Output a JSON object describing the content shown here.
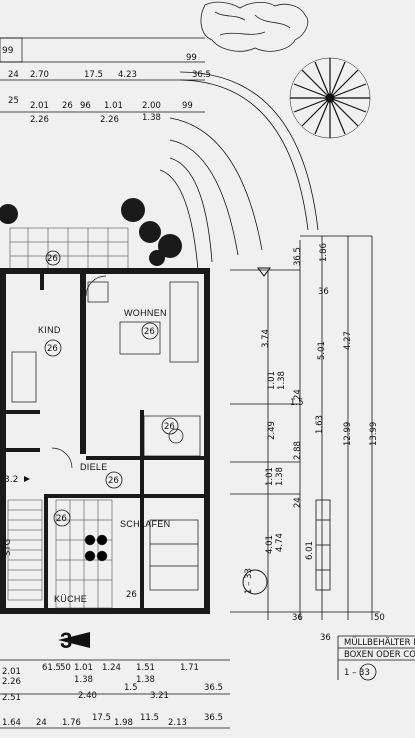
{
  "rooms": {
    "kind": "KIND",
    "wohnen": "WOHNEN",
    "diele": "DIELE",
    "schlafen": "SCHLAFEN",
    "kueche": "KÜCHE",
    "code": "26"
  },
  "stair_label": "STG",
  "top_dims": {
    "row0": "99",
    "row1": [
      "24",
      "2.70",
      "17.5",
      "4.23",
      "36.5"
    ],
    "row2a": [
      "25",
      "2.01",
      "26",
      "96",
      "1.01",
      "2.00",
      "99"
    ],
    "row2b": [
      "2.26",
      "2.26",
      "1.38"
    ]
  },
  "right_dims": {
    "col1": [
      "3.74",
      "1.01",
      "1.38",
      "2.49",
      "1.01",
      "1.38",
      "4.01",
      "4.74"
    ],
    "col2": [
      "36.5",
      "5.01",
      "24",
      "2.88",
      "24",
      "6.01"
    ],
    "col3": [
      "1.86",
      "4.27",
      "1.63",
      "12.99"
    ],
    "col4": [
      "13.99"
    ],
    "small": [
      "36",
      "36",
      "36",
      "1.5",
      "50"
    ]
  },
  "bottom_dims": {
    "row1": [
      "2.01",
      "61.5",
      "50",
      "1.01",
      "1.24",
      "1.51",
      "1.71"
    ],
    "row1b": [
      "2.26",
      "1.38",
      "1.38"
    ],
    "row2": [
      "2.51",
      "2.40",
      "1.5",
      "3.21",
      "36.5"
    ],
    "row3": [
      "1.64",
      "24",
      "1.76",
      "17.5",
      "1.98",
      "11.5",
      "2.13",
      "36.5"
    ]
  },
  "section_marker": "3",
  "ref_marker": "1 – 33",
  "note": {
    "line1": "MÜLLBEHÄLTER IN GES",
    "line2": "BOXEN ODER CONTAIN",
    "ref": "1 – 33"
  },
  "left_edge": [
    "99",
    "3.2"
  ]
}
